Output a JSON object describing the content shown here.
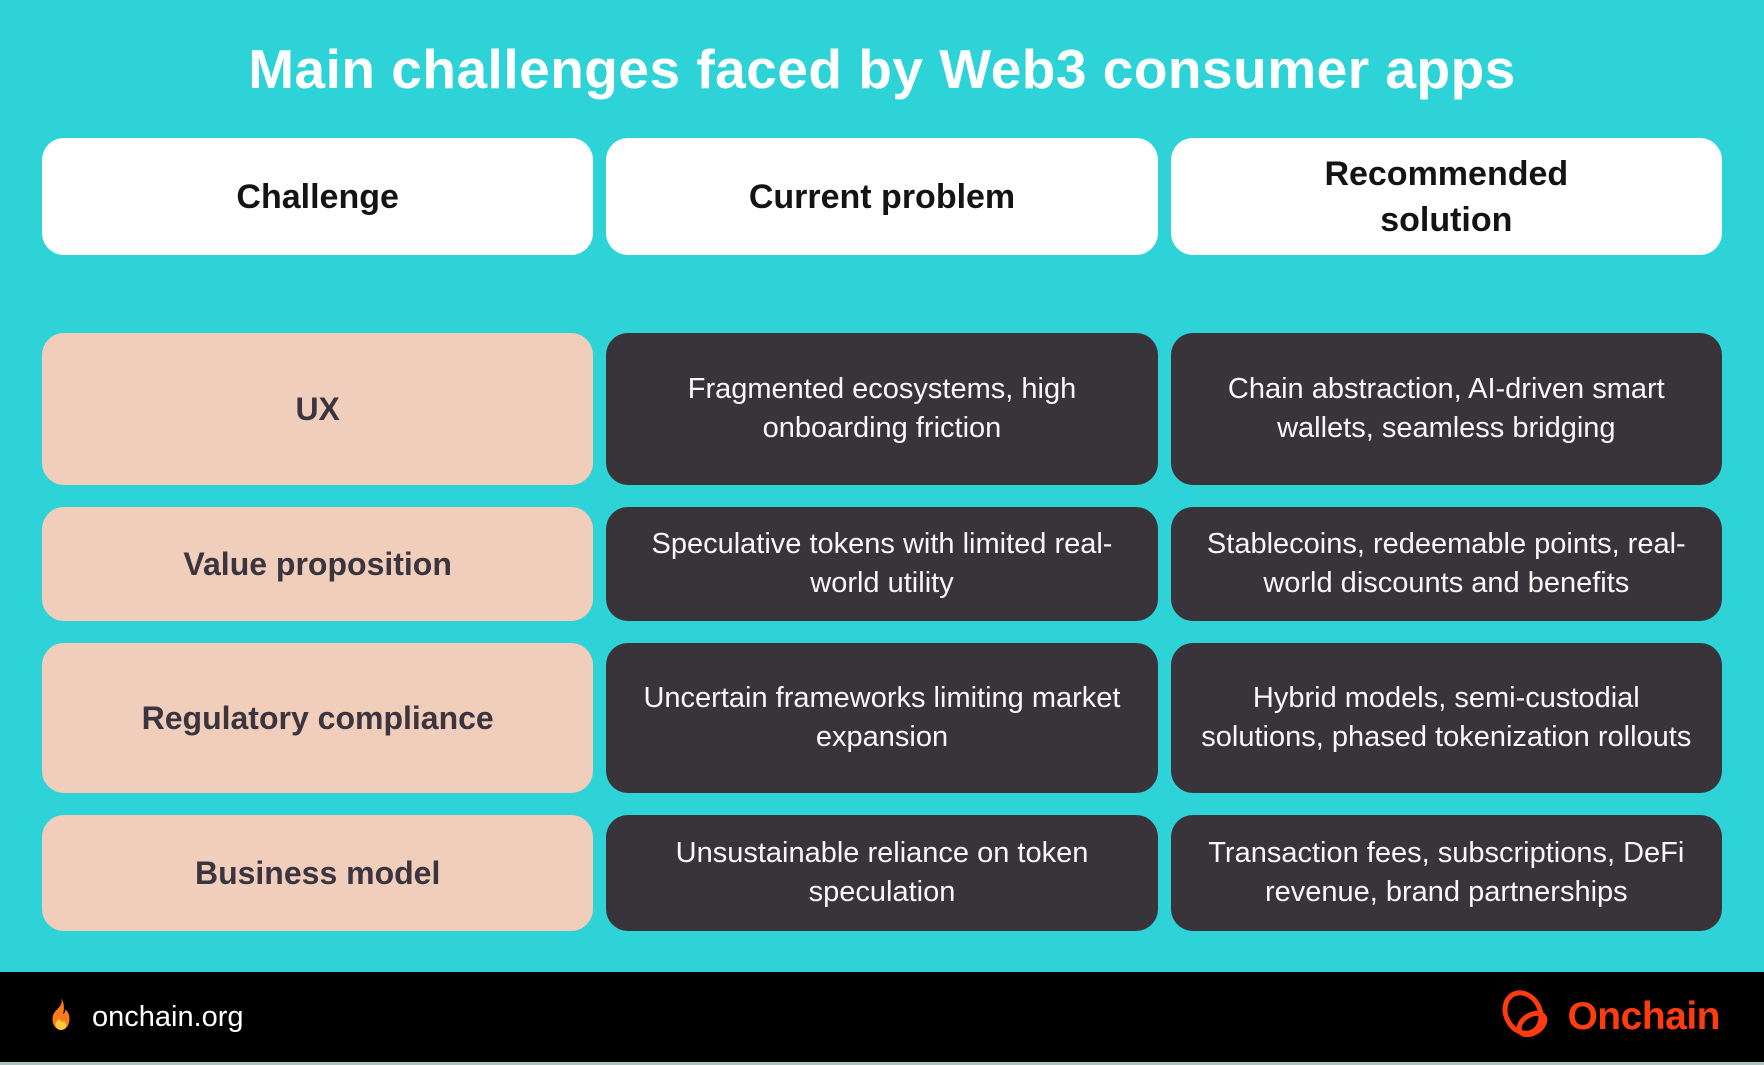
{
  "title": "Main challenges faced by Web3 consumer apps",
  "chart_data": {
    "type": "table",
    "title": "Main challenges faced by Web3 consumer apps",
    "columns": [
      "Challenge",
      "Current problem",
      "Recommended solution"
    ],
    "rows": [
      [
        "UX",
        "Fragmented ecosystems, high onboarding friction",
        "Chain abstraction, AI-driven smart wallets, seamless bridging"
      ],
      [
        "Value proposition",
        "Speculative tokens with limited real-world utility",
        "Stablecoins, redeemable points, real-world discounts and benefits"
      ],
      [
        "Regulatory compliance",
        "Uncertain frameworks limiting market expansion",
        "Hybrid models, semi-custodial solutions, phased tokenization rollouts"
      ],
      [
        "Business model",
        "Unsustainable reliance on token speculation",
        "Transaction fees, subscriptions, DeFi revenue, brand partnerships"
      ]
    ],
    "legend": "off",
    "grid": "off"
  },
  "footer": {
    "website": "onchain.org",
    "brand_name": "Onchain",
    "icons": {
      "left": "flame-icon",
      "right": "onchain-knot-icon"
    }
  },
  "colors": {
    "background": "#2ED3D8",
    "header_card": "#FFFFFF",
    "challenge_card": "#F1CDBB",
    "detail_card": "#393439",
    "detail_text": "#F7F7F7",
    "footer_bar": "#000000",
    "brand_orange": "#FF3B0F"
  }
}
